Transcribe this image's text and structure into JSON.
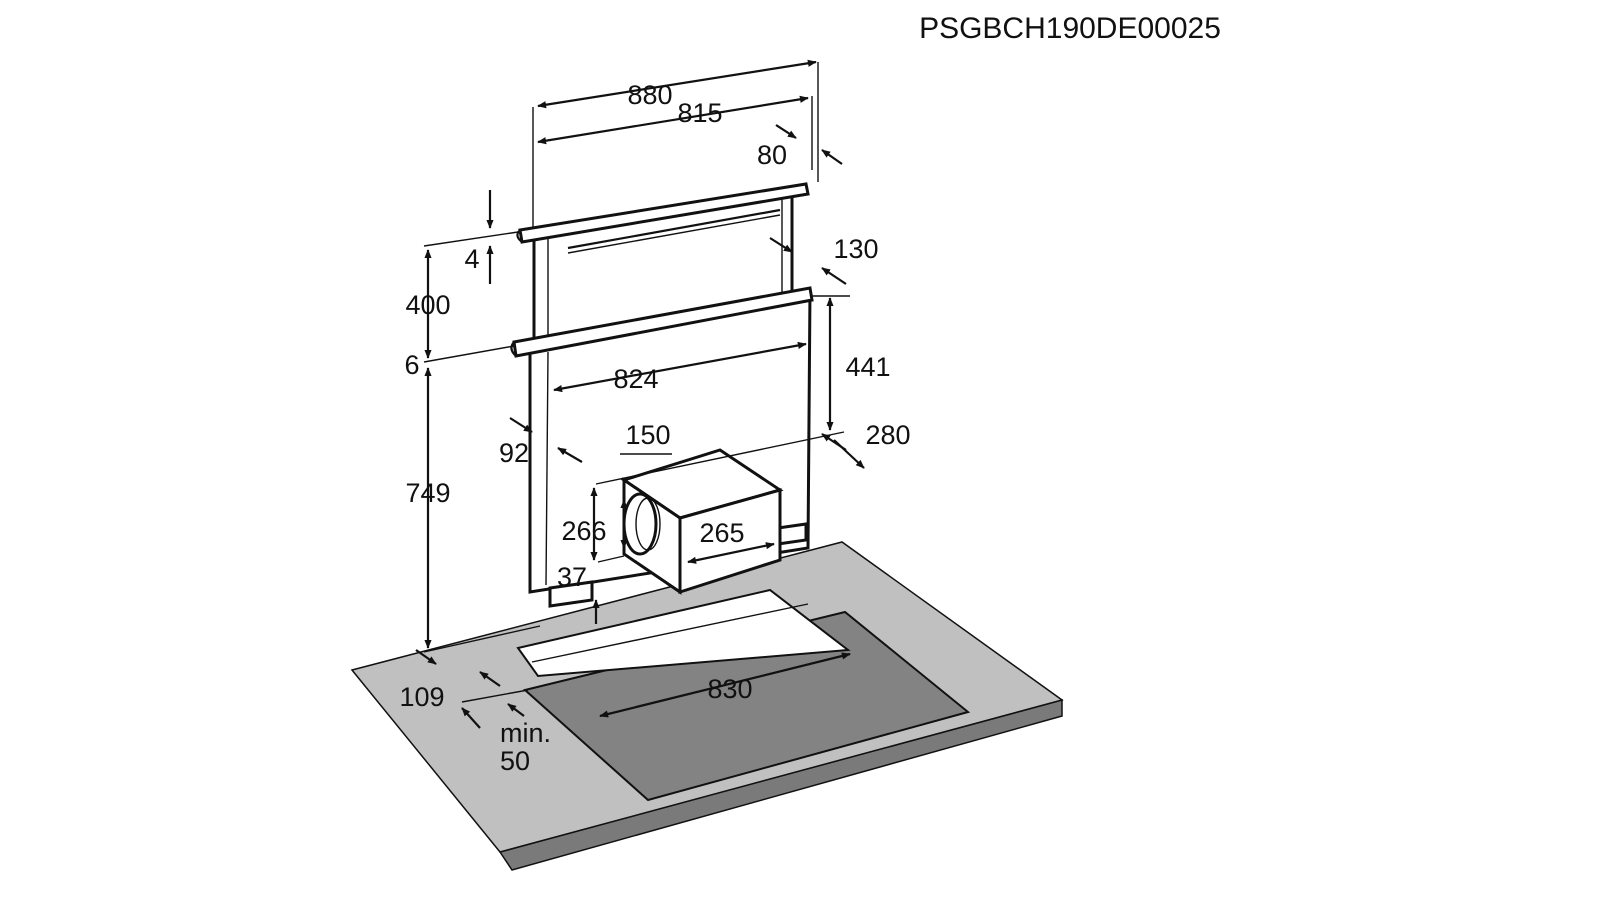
{
  "header": {
    "product_code": "PSGBCH190DE00025"
  },
  "colors": {
    "worktop": "#c0c0c0",
    "worktop_edge": "#7a7a7a",
    "hob": "#838383",
    "lines": "#111111",
    "background": "#ffffff"
  },
  "dimensions": {
    "width_overall": "880",
    "width_inner": "815",
    "depth_top": "80",
    "top_thickness": "4",
    "rise_height": "400",
    "rim_thickness": "6",
    "column_depth": "130",
    "rail_width": "824",
    "lower_height": "441",
    "body_height": "749",
    "front_depth": "92",
    "duct_diameter": "150",
    "motor_offset": "280",
    "motor_height": "266",
    "motor_width": "265",
    "foot_height": "37",
    "front_gap": "109",
    "min_label": "min.",
    "min_value": "50",
    "hob_width": "830"
  }
}
